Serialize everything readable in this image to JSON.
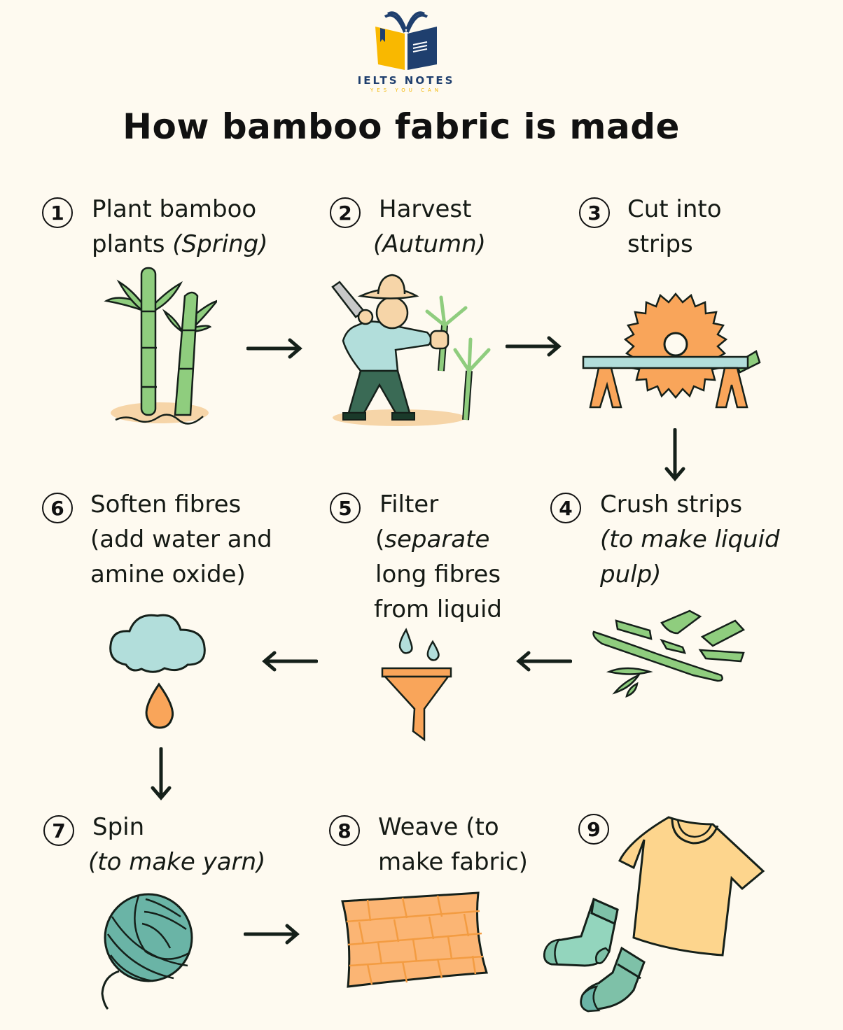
{
  "logo": {
    "title": "IELTS NOTES",
    "tagline": "YES YOU CAN",
    "colors": {
      "yellow": "#f9b800",
      "navy": "#1f3f6e"
    }
  },
  "title": "How bamboo fabric is made",
  "steps": [
    {
      "number": "1",
      "label": "Plant bamboo",
      "label2": "plants",
      "sub": "(Spring)",
      "icon": "bamboo-plants-icon"
    },
    {
      "number": "2",
      "label": "Harvest",
      "sub": "(Autumn)",
      "icon": "farmer-harvest-icon"
    },
    {
      "number": "3",
      "label": "Cut into",
      "label2": "strips",
      "icon": "circular-saw-icon"
    },
    {
      "number": "4",
      "label": "Crush strips",
      "sub": "(to make liquid",
      "sub2": "pulp)",
      "icon": "crushed-strips-icon"
    },
    {
      "number": "5",
      "label": "Filter",
      "sub_prefix": "(",
      "sub": "separate",
      "line3": "long fibres",
      "line4": "from liquid",
      "icon": "funnel-icon"
    },
    {
      "number": "6",
      "label": "Soften fibres",
      "line2": "(add water and",
      "line3": "amine oxide)",
      "icon": "cloud-drop-icon"
    },
    {
      "number": "7",
      "label": "Spin",
      "sub": "(to make yarn)",
      "icon": "yarn-ball-icon"
    },
    {
      "number": "8",
      "label": "Weave (to",
      "line2": "make fabric)",
      "icon": "woven-fabric-icon"
    },
    {
      "number": "9",
      "icon": "tshirt-socks-icon"
    }
  ],
  "colors": {
    "background": "#fefaf0",
    "green": "#8fcd7e",
    "orange": "#f9a55a",
    "lightblue": "#b2dedb",
    "teal": "#6ab4a6",
    "tan": "#f6d5a8",
    "shirt": "#fdd58d",
    "outline": "#15201a"
  }
}
